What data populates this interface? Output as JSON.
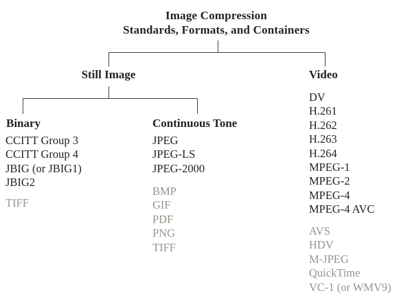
{
  "title": {
    "line1": "Image Compression",
    "line2": "Standards, Formats, and Containers"
  },
  "colors": {
    "background": "#ffffff",
    "text": "#272222",
    "muted_text": "#9a938b",
    "connector_line": "#454040"
  },
  "tree": {
    "branches": {
      "still_image": {
        "label": "Still Image",
        "children": {
          "binary": {
            "label": "Binary",
            "standards": [
              "CCITT Group 3",
              "CCITT Group 4",
              "JBIG (or JBIG1)",
              "JBIG2"
            ],
            "formats_muted": [
              "TIFF"
            ]
          },
          "continuous_tone": {
            "label": "Continuous Tone",
            "standards": [
              "JPEG",
              "JPEG-LS",
              "JPEG-2000"
            ],
            "formats_muted": [
              "BMP",
              "GIF",
              "PDF",
              "PNG",
              "TIFF"
            ]
          }
        }
      },
      "video": {
        "label": "Video",
        "standards": [
          "DV",
          "H.261",
          "H.262",
          "H.263",
          "H.264",
          "MPEG-1",
          "MPEG-2",
          "MPEG-4",
          "MPEG-4 AVC"
        ],
        "formats_muted": [
          "AVS",
          "HDV",
          "M-JPEG",
          "QuickTime",
          "VC-1 (or WMV9)"
        ]
      }
    }
  }
}
